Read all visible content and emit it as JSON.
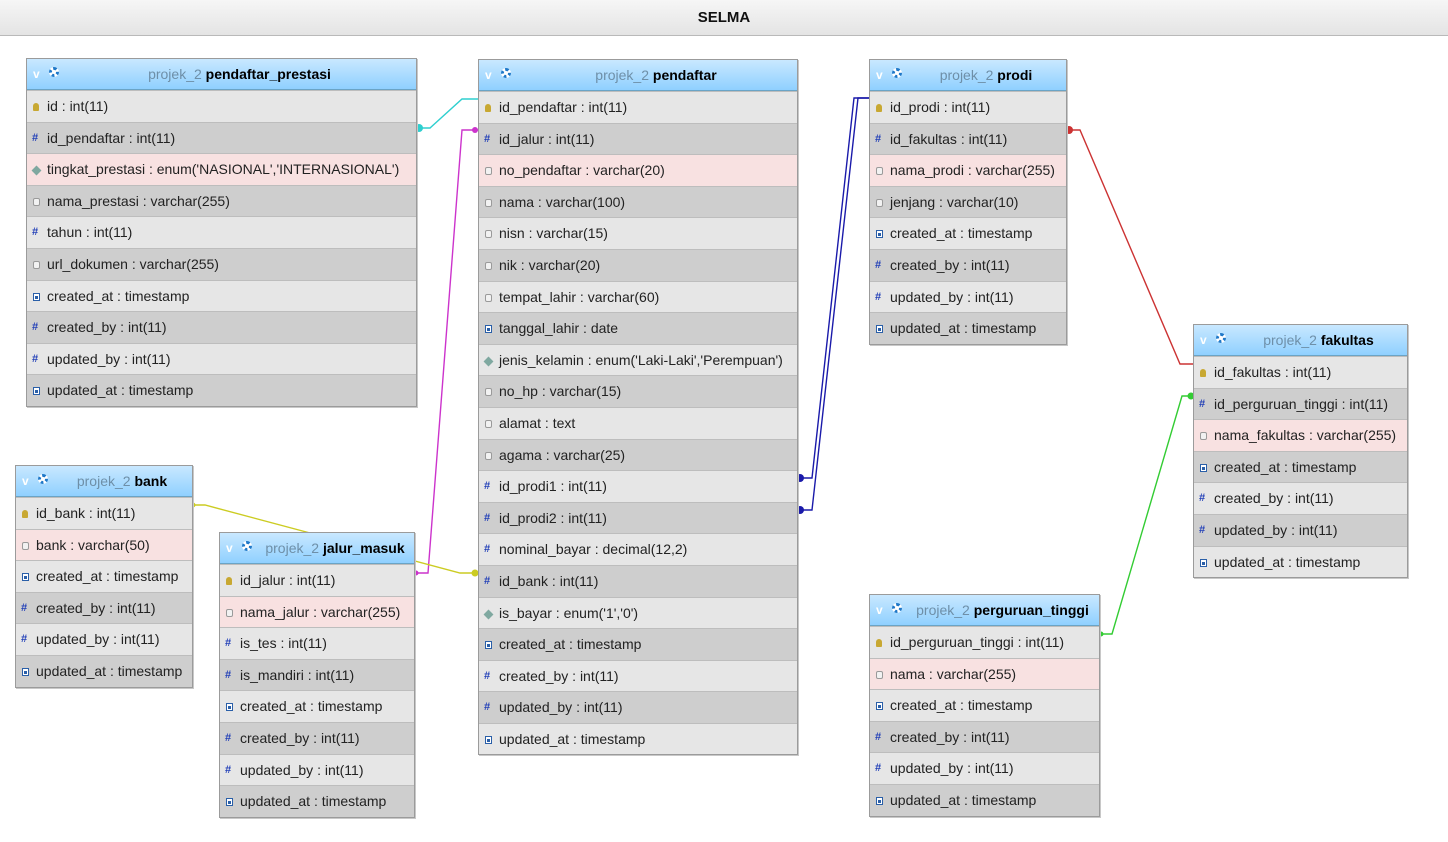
{
  "diagram": {
    "title": "SELMA"
  },
  "link_colors": {
    "prestasi_pendaftar": "#2ecfcf",
    "jalur_pendaftar": "#cc33cc",
    "bank_pendaftar": "#cccc22",
    "prodi_pendaftar": "#1a1aaa",
    "fakultas_prodi": "#cc3333",
    "pt_fakultas": "#33cc33"
  },
  "tables": {
    "pendaftar_prestasi": {
      "db": "projek_2",
      "name": "pendaftar_prestasi",
      "columns": [
        {
          "text": "id : int(11)",
          "icon": "key"
        },
        {
          "text": "id_pendaftar : int(11)",
          "icon": "num"
        },
        {
          "text": "tingkat_prestasi : enum('NASIONAL','INTERNASIONAL')",
          "icon": "enm",
          "unique": true
        },
        {
          "text": "nama_prestasi : varchar(255)",
          "icon": "str"
        },
        {
          "text": "tahun : int(11)",
          "icon": "num"
        },
        {
          "text": "url_dokumen : varchar(255)",
          "icon": "str"
        },
        {
          "text": "created_at : timestamp",
          "icon": "dt"
        },
        {
          "text": "created_by : int(11)",
          "icon": "num"
        },
        {
          "text": "updated_by : int(11)",
          "icon": "num"
        },
        {
          "text": "updated_at : timestamp",
          "icon": "dt"
        }
      ]
    },
    "pendaftar": {
      "db": "projek_2",
      "name": "pendaftar",
      "columns": [
        {
          "text": "id_pendaftar : int(11)",
          "icon": "key"
        },
        {
          "text": "id_jalur : int(11)",
          "icon": "num"
        },
        {
          "text": "no_pendaftar : varchar(20)",
          "icon": "str",
          "unique": true
        },
        {
          "text": "nama : varchar(100)",
          "icon": "str"
        },
        {
          "text": "nisn : varchar(15)",
          "icon": "str"
        },
        {
          "text": "nik : varchar(20)",
          "icon": "str"
        },
        {
          "text": "tempat_lahir : varchar(60)",
          "icon": "str"
        },
        {
          "text": "tanggal_lahir : date",
          "icon": "dt"
        },
        {
          "text": "jenis_kelamin : enum('Laki-Laki','Perempuan')",
          "icon": "enm"
        },
        {
          "text": "no_hp : varchar(15)",
          "icon": "str"
        },
        {
          "text": "alamat : text",
          "icon": "str"
        },
        {
          "text": "agama : varchar(25)",
          "icon": "str"
        },
        {
          "text": "id_prodi1 : int(11)",
          "icon": "num"
        },
        {
          "text": "id_prodi2 : int(11)",
          "icon": "num"
        },
        {
          "text": "nominal_bayar : decimal(12,2)",
          "icon": "num"
        },
        {
          "text": "id_bank : int(11)",
          "icon": "num"
        },
        {
          "text": "is_bayar : enum('1','0')",
          "icon": "enm"
        },
        {
          "text": "created_at : timestamp",
          "icon": "dt"
        },
        {
          "text": "created_by : int(11)",
          "icon": "num"
        },
        {
          "text": "updated_by : int(11)",
          "icon": "num"
        },
        {
          "text": "updated_at : timestamp",
          "icon": "dt"
        }
      ]
    },
    "prodi": {
      "db": "projek_2",
      "name": "prodi",
      "columns": [
        {
          "text": "id_prodi : int(11)",
          "icon": "key"
        },
        {
          "text": "id_fakultas : int(11)",
          "icon": "num"
        },
        {
          "text": "nama_prodi : varchar(255)",
          "icon": "str",
          "unique": true
        },
        {
          "text": "jenjang : varchar(10)",
          "icon": "str"
        },
        {
          "text": "created_at : timestamp",
          "icon": "dt"
        },
        {
          "text": "created_by : int(11)",
          "icon": "num"
        },
        {
          "text": "updated_by : int(11)",
          "icon": "num"
        },
        {
          "text": "updated_at : timestamp",
          "icon": "dt"
        }
      ]
    },
    "fakultas": {
      "db": "projek_2",
      "name": "fakultas",
      "columns": [
        {
          "text": "id_fakultas : int(11)",
          "icon": "key"
        },
        {
          "text": "id_perguruan_tinggi : int(11)",
          "icon": "num"
        },
        {
          "text": "nama_fakultas : varchar(255)",
          "icon": "str",
          "unique": true
        },
        {
          "text": "created_at : timestamp",
          "icon": "dt"
        },
        {
          "text": "created_by : int(11)",
          "icon": "num"
        },
        {
          "text": "updated_by : int(11)",
          "icon": "num"
        },
        {
          "text": "updated_at : timestamp",
          "icon": "dt"
        }
      ]
    },
    "bank": {
      "db": "projek_2",
      "name": "bank",
      "columns": [
        {
          "text": "id_bank : int(11)",
          "icon": "key"
        },
        {
          "text": "bank : varchar(50)",
          "icon": "str",
          "unique": true
        },
        {
          "text": "created_at : timestamp",
          "icon": "dt"
        },
        {
          "text": "created_by : int(11)",
          "icon": "num"
        },
        {
          "text": "updated_by : int(11)",
          "icon": "num"
        },
        {
          "text": "updated_at : timestamp",
          "icon": "dt"
        }
      ]
    },
    "jalur_masuk": {
      "db": "projek_2",
      "name": "jalur_masuk",
      "columns": [
        {
          "text": "id_jalur : int(11)",
          "icon": "key"
        },
        {
          "text": "nama_jalur : varchar(255)",
          "icon": "str",
          "unique": true
        },
        {
          "text": "is_tes : int(11)",
          "icon": "num"
        },
        {
          "text": "is_mandiri : int(11)",
          "icon": "num"
        },
        {
          "text": "created_at : timestamp",
          "icon": "dt"
        },
        {
          "text": "created_by : int(11)",
          "icon": "num"
        },
        {
          "text": "updated_by : int(11)",
          "icon": "num"
        },
        {
          "text": "updated_at : timestamp",
          "icon": "dt"
        }
      ]
    },
    "perguruan_tinggi": {
      "db": "projek_2",
      "name": "perguruan_tinggi",
      "columns": [
        {
          "text": "id_perguruan_tinggi : int(11)",
          "icon": "key"
        },
        {
          "text": "nama : varchar(255)",
          "icon": "str",
          "unique": true
        },
        {
          "text": "created_at : timestamp",
          "icon": "dt"
        },
        {
          "text": "created_by : int(11)",
          "icon": "num"
        },
        {
          "text": "updated_by : int(11)",
          "icon": "num"
        },
        {
          "text": "updated_at : timestamp",
          "icon": "dt"
        }
      ]
    }
  }
}
